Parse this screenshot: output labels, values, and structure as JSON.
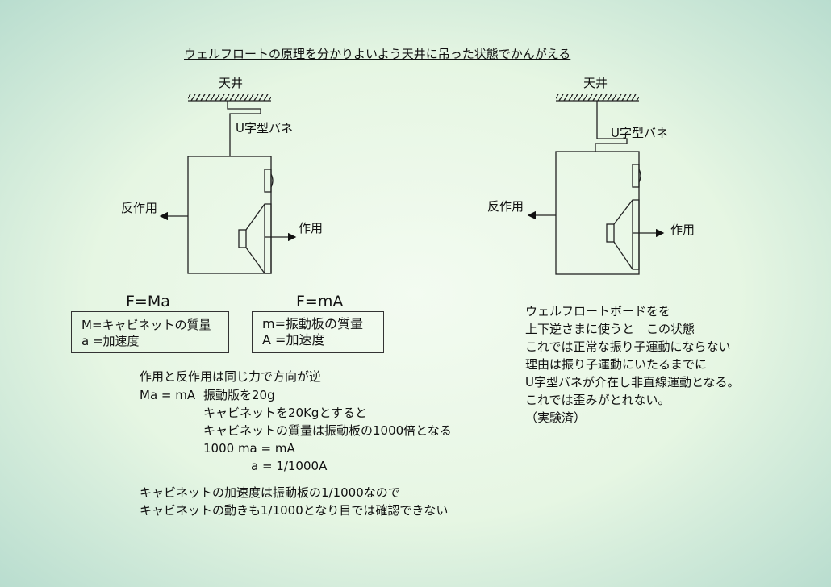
{
  "title": "ウェルフロートの原理を分かりよいよう天井に吊った状態でかんがえる",
  "left_diagram": {
    "ceiling_label": "天井",
    "spring_label": "U字型バネ",
    "reaction_label": "反作用",
    "action_label": "作用"
  },
  "right_diagram": {
    "ceiling_label": "天井",
    "spring_label": "U字型バネ",
    "reaction_label": "反作用",
    "action_label": "作用"
  },
  "formula_left": {
    "equation": "F=Ma",
    "line1": "M=キャビネットの質量",
    "line2": "a =加速度"
  },
  "formula_right": {
    "equation": "F=mA",
    "line1": "m=振動板の質量",
    "line2": "A =加速度"
  },
  "explanation": {
    "l1": "作用と反作用は同じ力で方向が逆",
    "l2a": "Ma = mA",
    "l2b": "振動版を20g",
    "l3": "キャビネットを20Kgとすると",
    "l4": "キャビネットの質量は振動板の1000倍となる",
    "l5": "1000 ma = mA",
    "l6": "a = 1/1000A",
    "l7": "キャビネットの加速度は振動板の1/1000なので",
    "l8": "キャビネットの動きも1/1000となり目では確認できない"
  },
  "right_note": {
    "l1": "ウェルフロートボードをを",
    "l2": "上下逆さまに使うと　この状態",
    "l3": "これでは正常な振り子運動にならない",
    "l4": "理由は振り子運動にいたるまでに",
    "l5": "U字型バネが介在し非直線運動となる。",
    "l6": "これでは歪みがとれない。",
    "l7": "（実験済）"
  }
}
